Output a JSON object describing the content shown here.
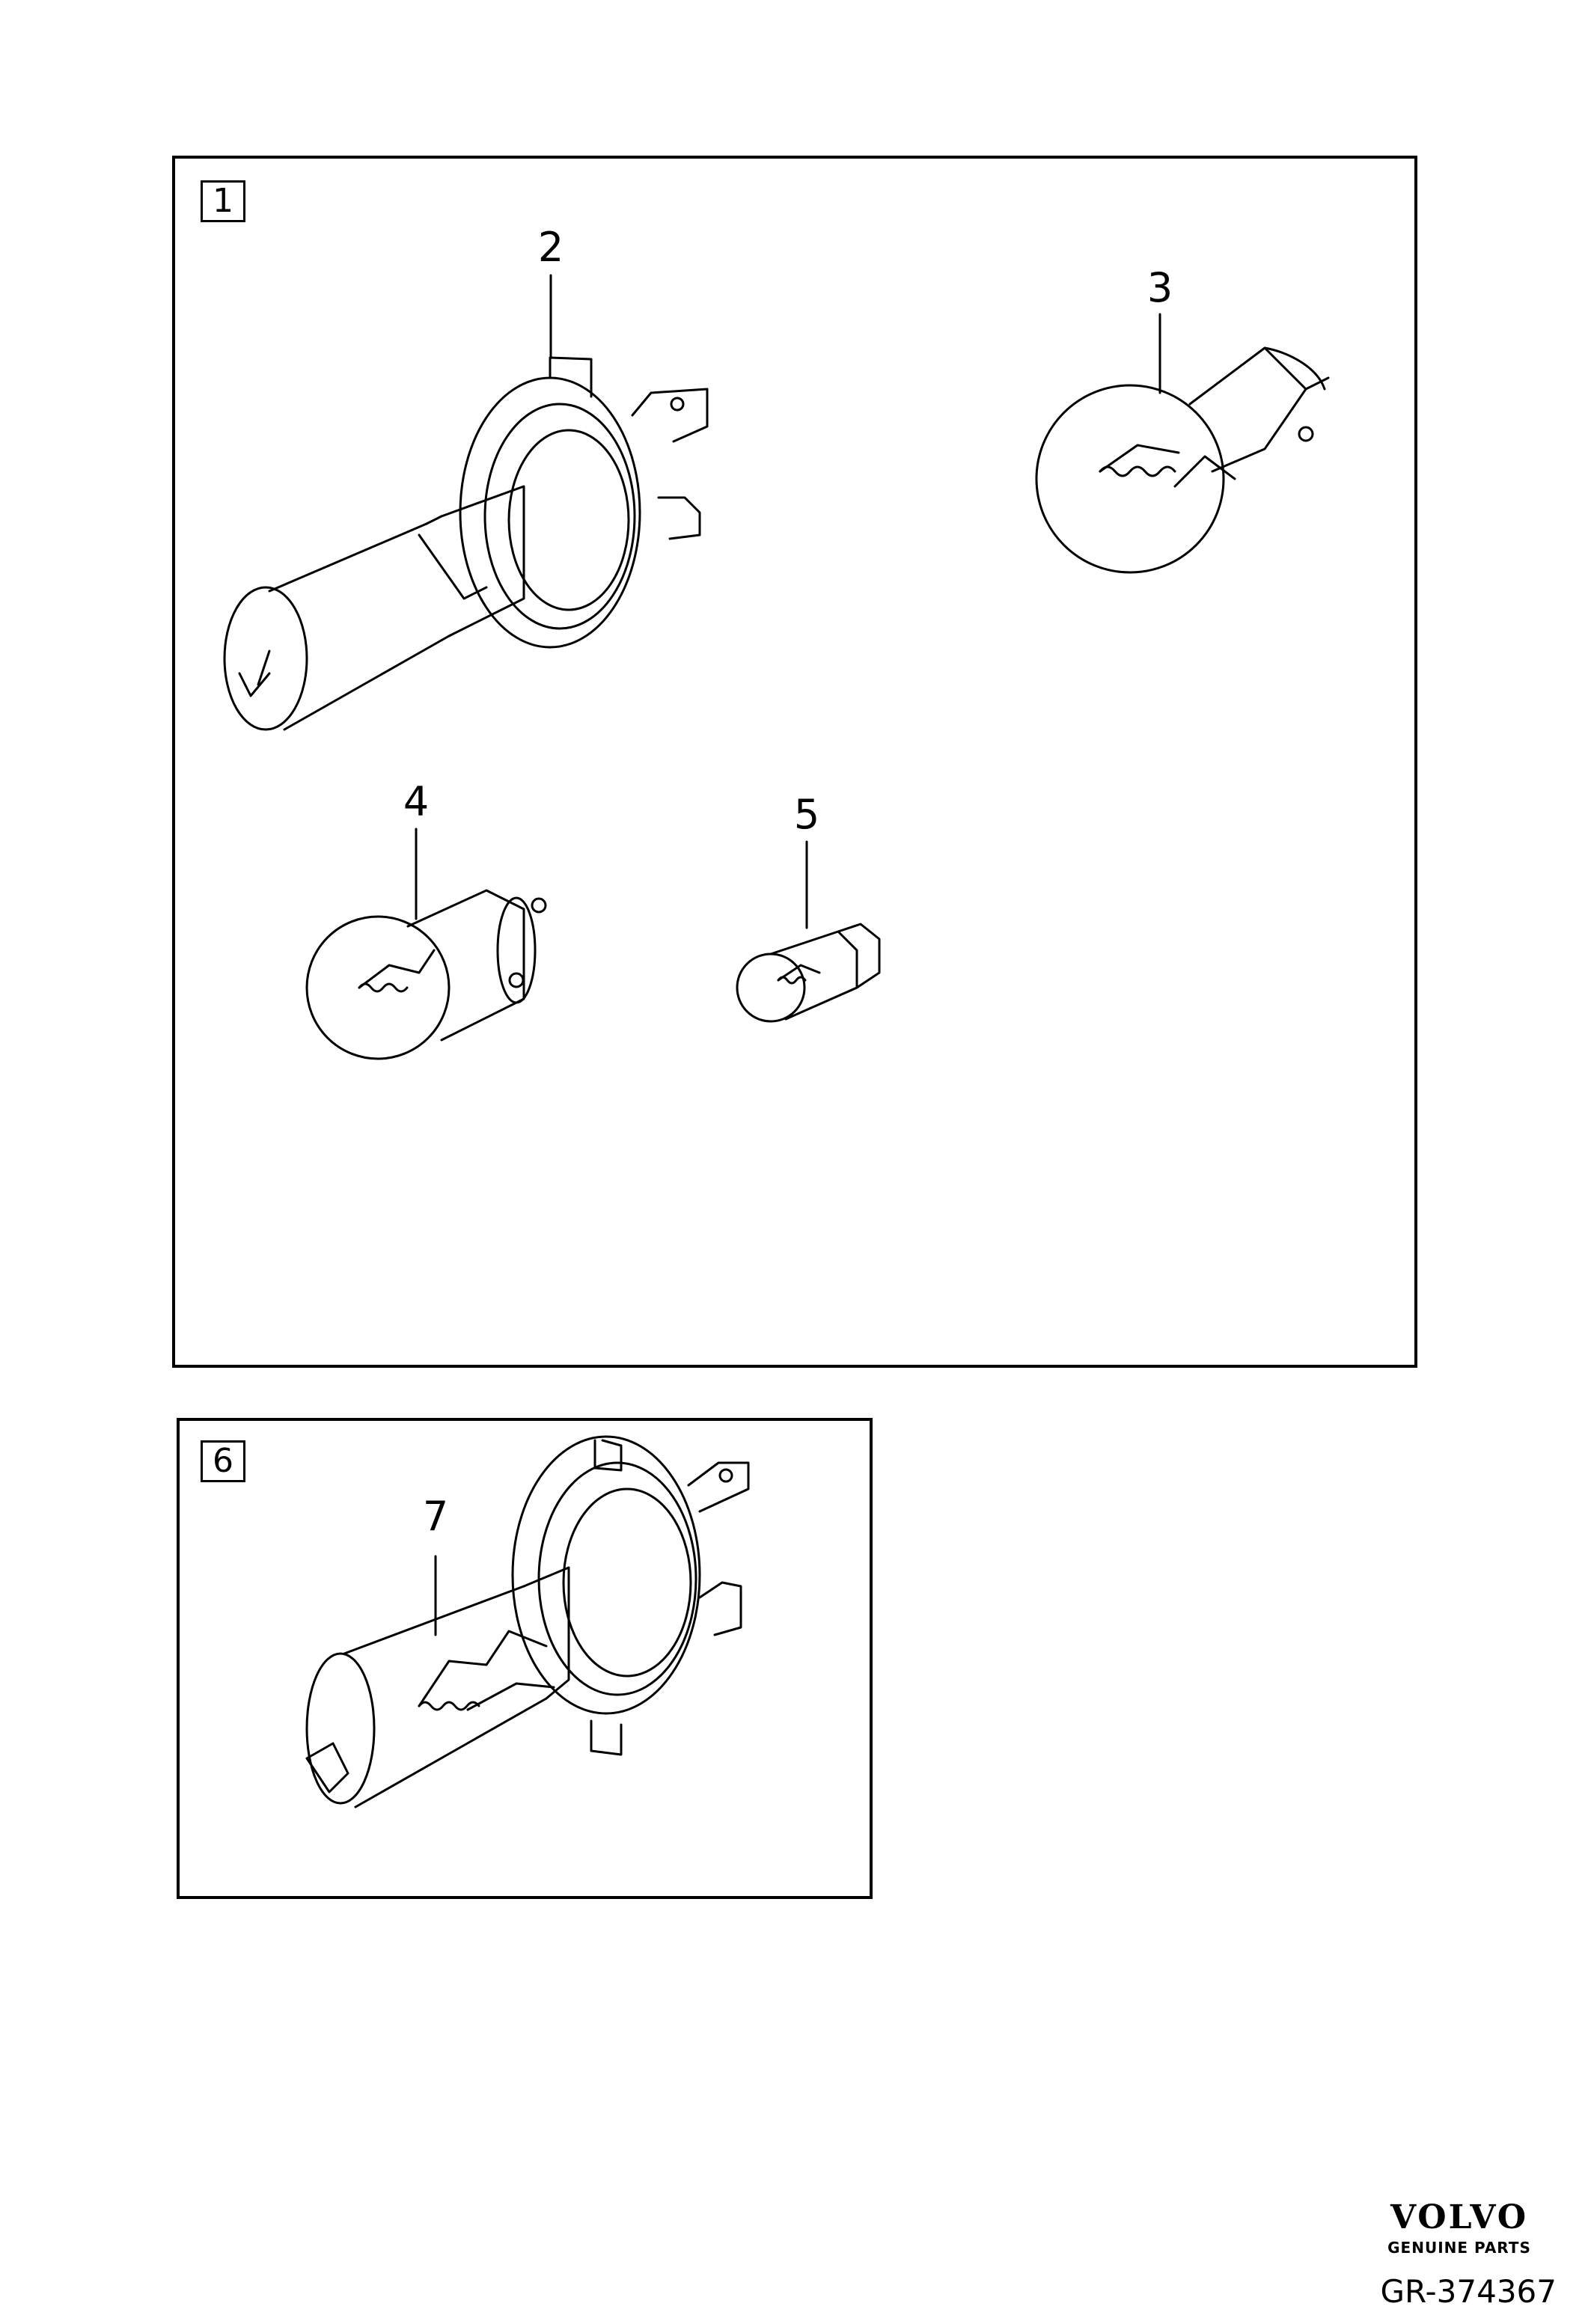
{
  "groups": [
    {
      "tag": "1",
      "callouts": [
        "2",
        "3",
        "4",
        "5"
      ]
    },
    {
      "tag": "6",
      "callouts": [
        "7"
      ]
    }
  ],
  "brand": {
    "name": "VOLVO",
    "subtitle": "GENUINE PARTS"
  },
  "reference": "GR-374367",
  "colors": {
    "line": "#000000",
    "background": "#ffffff"
  }
}
